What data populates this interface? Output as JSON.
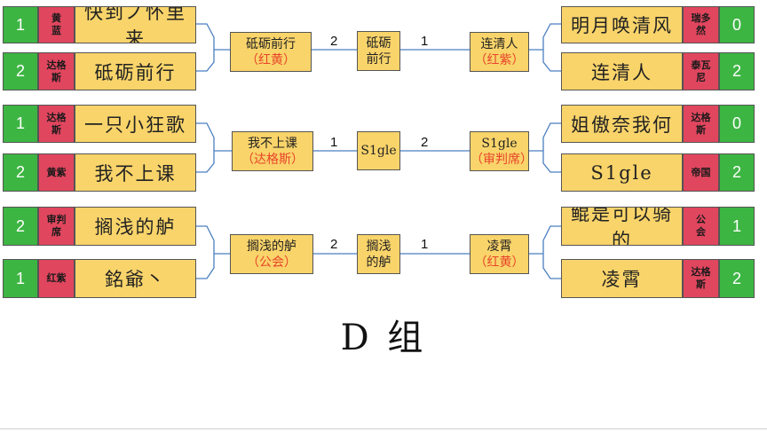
{
  "title": "D  组",
  "groups": [
    {
      "left": [
        {
          "seed": "1",
          "team": "黄\n蓝",
          "player": "快到ノ怀里来"
        },
        {
          "seed": "2",
          "team": "达格\n斯",
          "player": "砥砺前行"
        }
      ],
      "left_winner": {
        "name": "砥砺前行",
        "team": "（红黄）"
      },
      "left_score": "2",
      "final_winner": {
        "name": "砥砺",
        "name2": "前行"
      },
      "right_score": "1",
      "right_winner": {
        "name": "连清人",
        "team": "（红紫）"
      },
      "right": [
        {
          "seed": "0",
          "team": "瑞多\n然",
          "player": "明月唤清风"
        },
        {
          "seed": "2",
          "team": "泰瓦\n尼",
          "player": "连清人"
        }
      ]
    },
    {
      "left": [
        {
          "seed": "1",
          "team": "达格\n斯",
          "player": "一只小狂歌"
        },
        {
          "seed": "2",
          "team": "黄紫",
          "player": "我不上课"
        }
      ],
      "left_winner": {
        "name": "我不上课",
        "team": "（达格斯）"
      },
      "left_score": "1",
      "final_winner": {
        "name": "S1gle",
        "name2": ""
      },
      "right_score": "2",
      "right_winner": {
        "name": "S1gle",
        "team": "（审判席）"
      },
      "right": [
        {
          "seed": "0",
          "team": "达格\n斯",
          "player": "姐傲奈我何"
        },
        {
          "seed": "2",
          "team": "帝国",
          "player": "S1gle"
        }
      ]
    },
    {
      "left": [
        {
          "seed": "2",
          "team": "审判\n席",
          "player": "搁浅的舻"
        },
        {
          "seed": "1",
          "team": "红紫",
          "player": "銘爺丶"
        }
      ],
      "left_winner": {
        "name": "搁浅的舻",
        "team": "（公会）"
      },
      "left_score": "2",
      "final_winner": {
        "name": "搁浅",
        "name2": "的舻"
      },
      "right_score": "1",
      "right_winner": {
        "name": "凌霄",
        "team": "（红黄）"
      },
      "right": [
        {
          "seed": "1",
          "team": "公\n会",
          "player": "鲲是可以骑的"
        },
        {
          "seed": "2",
          "team": "达格\n斯",
          "player": "凌霄"
        }
      ]
    }
  ],
  "colors": {
    "seed": "#3db543",
    "team": "#e0465e",
    "name": "#f9d46a",
    "line": "#4a7fc0",
    "team_text": "#e8432a"
  }
}
